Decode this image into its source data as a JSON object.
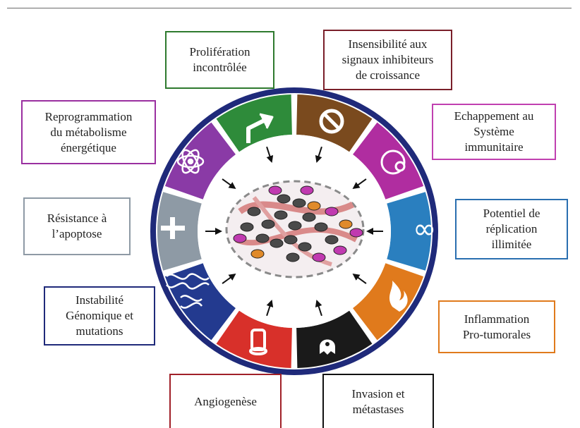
{
  "labels": {
    "proliferation": "Prolifération\nincontrôlée",
    "insensitivity": "Insensibilité  aux\nsignaux inhibiteurs\nde croissance",
    "reprogramming": "Reprogrammation\ndu métabolisme\nénergétique",
    "immune_escape": "Echappement au\nSystème\nimmunitaire",
    "apoptosis": "Résistance à\nl’apoptose",
    "replication": "Potentiel de\nréplication\nillimitée",
    "genomic": "Instabilité\nGénomique et\nmutations",
    "inflammation": "Inflammation\nPro-tumorales",
    "angiogenesis": "Angiogenèse",
    "invasion": "Invasion et\nmétastases"
  },
  "colors": {
    "ring_border": "#1f2a7a",
    "proliferation": "#2e8b3a",
    "insensitivity": "#7a4a1e",
    "immune_escape": "#b02da0",
    "replication": "#2a7fbf",
    "inflammation": "#e07a1c",
    "invasion": "#1a1a1a",
    "angiogenesis": "#d8302a",
    "genomic": "#233a8f",
    "apoptosis": "#8e9aa5",
    "reprogramming": "#8a3aa6"
  },
  "icons": [
    "arrow-up-right-icon",
    "prohibition-icon",
    "immune-cell-icon",
    "infinity-icon",
    "flame-icon",
    "ghost-cell-icon",
    "vessel-icon",
    "dna-helix-icon",
    "cross-icon",
    "atom-icon"
  ]
}
